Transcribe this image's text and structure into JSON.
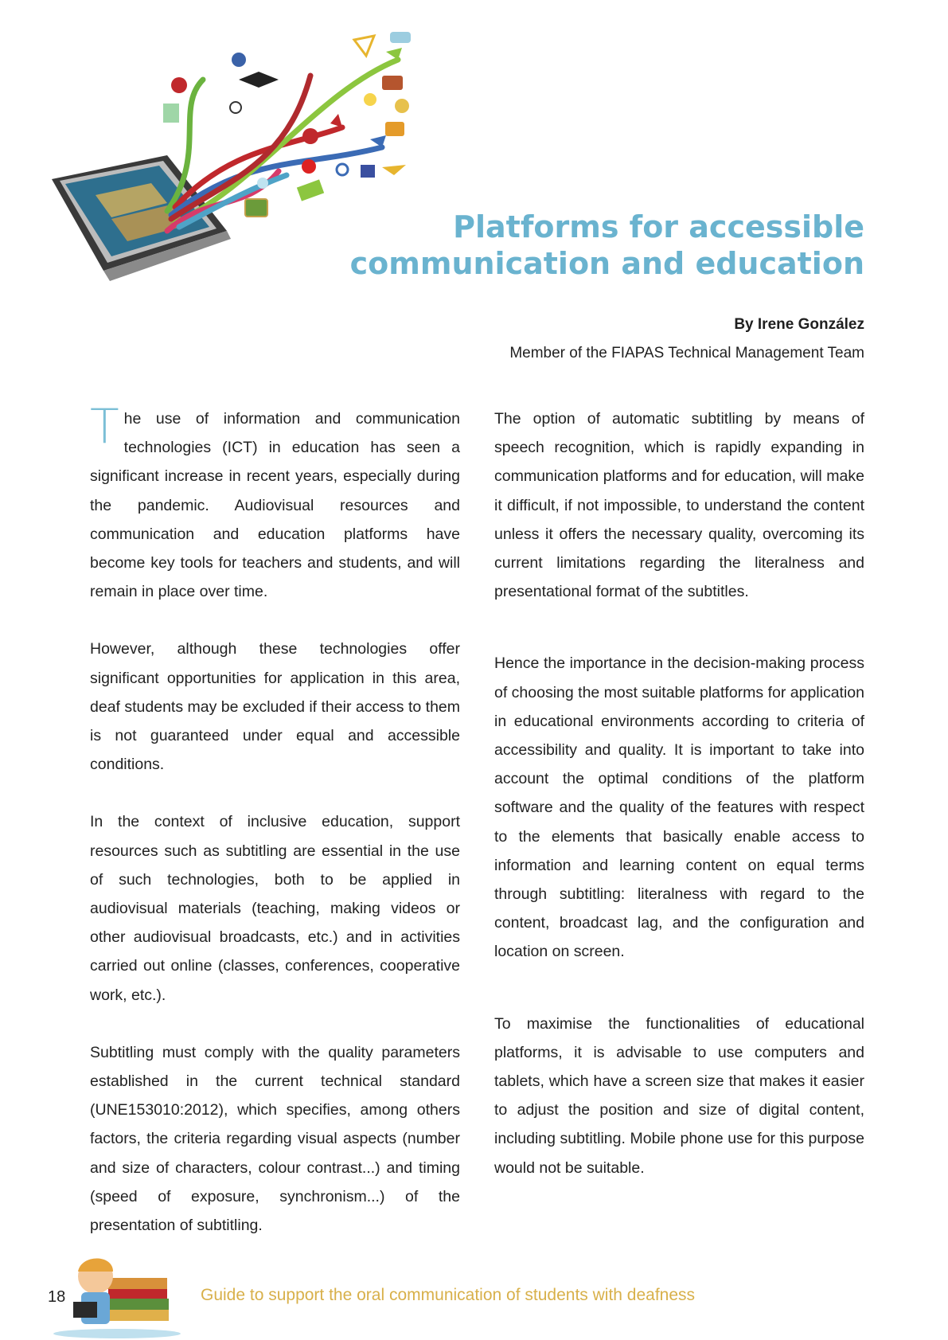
{
  "article": {
    "title_line1": "Platforms for accessible",
    "title_line2": "communication and education",
    "byline": "By Irene González",
    "author_role": "Member of the FIAPAS Technical Management Team"
  },
  "left_column": {
    "dropcap": "T",
    "p1_rest": "he use of information and communication technologies (ICT) in education has seen a significant increase in recent years, especially during the pandemic. Audiovisual resources and communication and education platforms have become key tools for teachers and students, and will remain in place over time.",
    "p2": "However, although these technologies offer significant opportunities for application in this area, deaf students may be excluded if their access to them is not guaranteed under equal and accessible conditions.",
    "p3": "In the context of inclusive education, support resources such as subtitling are essential in the use of such technologies, both to be applied in audiovisual materials (teaching, making videos or other audiovisual broadcasts, etc.) and in activities carried out online (classes, conferences, cooperative work, etc.).",
    "p4": "Subtitling must comply with the quality parameters established in the current technical standard (UNE153010:2012), which specifies, among others factors, the criteria regarding visual aspects (number and size of characters, colour contrast...) and timing (speed of exposure, synchronism...) of the presentation of subtitling."
  },
  "right_column": {
    "p1": "The option of automatic subtitling by means of speech recognition, which is rapidly expanding in communication platforms and for education, will make it difficult, if not impossible, to understand the content unless it offers the necessary quality, overcoming its current limitations regarding the literalness and presentational format of the subtitles.",
    "p2": "Hence the importance in the decision-making process of choosing the most suitable platforms for application in educational environments according to criteria of accessibility and quality.  It is important to take into account the optimal conditions of the platform software and the quality of the features with respect to the elements that basically enable access to information and learning content on equal terms through subtitling: literalness with regard to the content, broadcast lag, and the configuration and location on screen.",
    "p3": "To maximise the functionalities of educational platforms, it is advisable to use computers and tablets, which have a screen size that makes it easier to adjust the position and size of digital content, including subtitling. Mobile phone use for this purpose would not be suitable."
  },
  "footer": {
    "page_number": "18",
    "guide_title": "Guide to support the oral communication of students with deafness"
  },
  "colors": {
    "title": "#6ab3cf",
    "footer_text": "#d8b04a",
    "arrow_green": "#6bb33f",
    "arrow_red": "#c0282c",
    "arrow_blue": "#3b6bb5"
  }
}
